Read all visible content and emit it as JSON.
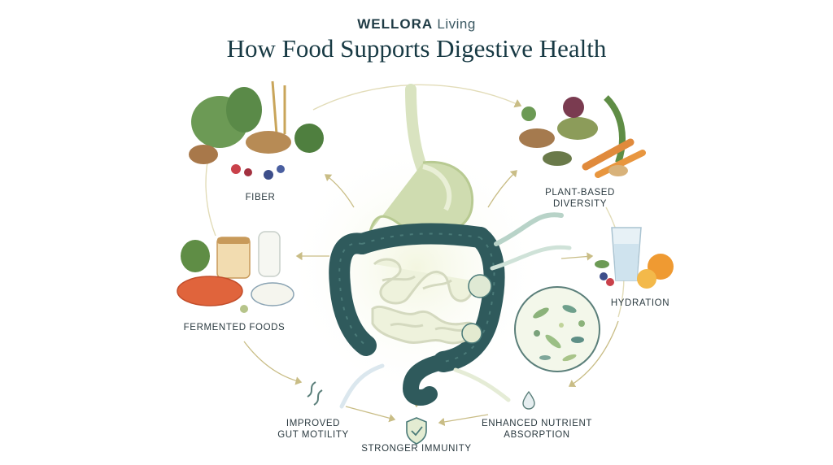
{
  "header": {
    "brand_bold": "WELLORA",
    "brand_light": "Living",
    "title": "How Food Supports Digestive Health"
  },
  "nodes": {
    "fiber": "FIBER",
    "plant_line1": "PLANT-BASED",
    "plant_line2": "DIVERSITY",
    "fermented": "FERMENTED FOODS",
    "hydration": "HYDRATION",
    "motility_line1": "IMPROVED",
    "motility_line2": "GUT MOTILITY",
    "immunity": "STRONGER IMMUNITY",
    "absorption_line1": "ENHANCED NUTRIENT",
    "absorption_line2": "ABSORPTION"
  },
  "colors": {
    "gut_dark": "#2f5a5c",
    "gut_light": "#e9efd6",
    "stomach": "#cfdcb0",
    "arrow": "#c9bd86",
    "text": "#2b3a40",
    "title": "#183a44"
  }
}
